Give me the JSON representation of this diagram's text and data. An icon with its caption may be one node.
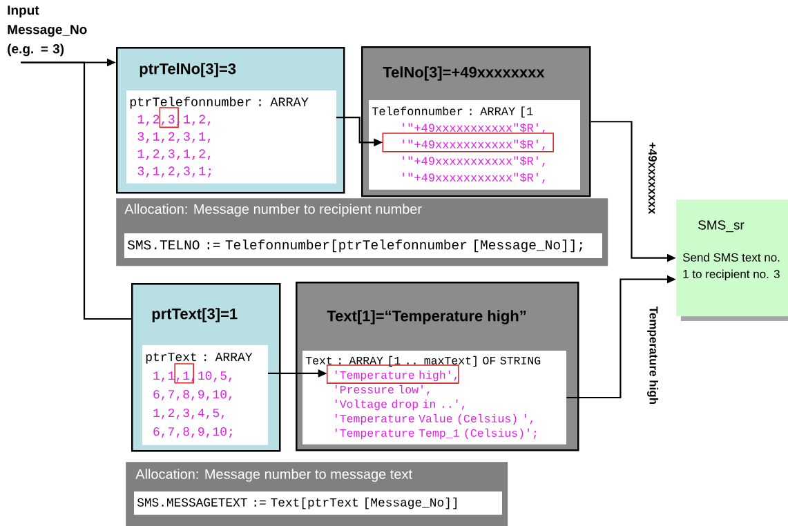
{
  "diagram": {
    "nodes": [
      {
        "text": [
          "Input Message_No (e.g. = 3)"
        ]
      },
      {
        "text": [
          "ptrTelNo[3]=3"
        ]
      },
      {
        "text": [
          "ptrTelefonnumber : ARRAY",
          "1,2,3,1,2,",
          "3,1,2,3,1,",
          "1,2,3,1,2,",
          "3,1,2,3,1;"
        ],
        "in": 1
      },
      {
        "text": [
          "TelNo[3]=+49xxxxxxxx"
        ]
      },
      {
        "text": [
          "Telefonnumber : ARRAY [1",
          "'\"+49xxxxxxxxxxx\"$R',",
          "'\"+49xxxxxxxxxxx\"$R',",
          "'\"+49xxxxxxxxxxx\"$R',",
          "'\"+49xxxxxxxxxxx\"$R',"
        ],
        "in": 3
      },
      {
        "text": [
          "Allocation: Message number to recipient number"
        ]
      },
      {
        "text": [
          "SMS.TELNO := Telefonnumber[ptrTelefonnumber [Message_No]];"
        ],
        "in": 5
      },
      {
        "text": [
          "prtText[3]=1"
        ]
      },
      {
        "text": [
          "ptrText : ARRAY",
          "1,1,1,10,5,",
          "6,7,8,9,10,",
          "1,2,3,4,5,",
          "6,7,8,9,10;"
        ],
        "in": 7
      },
      {
        "text": [
          "Text[1]=“Temperature high”"
        ]
      },
      {
        "text": [
          "Text : ARRAY [1 .. maxText] OF STRING",
          "'Temperature high',",
          "'Pressure low',",
          "'Voltage drop in ..',",
          "'Temperature Value (Celsius) ',",
          "'Temperature Temp_1 (Celsius)';"
        ],
        "in": 9
      },
      {
        "text": [
          "Allocation: Message number to message text"
        ]
      },
      {
        "text": [
          "SMS.MESSAGETEXT := Text[ptrText [Message_No]]"
        ],
        "in": 11
      },
      {
        "text": [
          "SMS_sr",
          "Send SMS text no. 1 to recipient no. 3"
        ]
      }
    ],
    "edges": [
      {
        "from": 0,
        "to": 1,
        "arrow": "to"
      },
      {
        "from": 0,
        "to": 7,
        "arrow": "none"
      },
      {
        "from": 2,
        "to": 4,
        "arrow": "to"
      },
      {
        "from": 8,
        "to": 10,
        "arrow": "to"
      },
      {
        "from": 3,
        "to": 13,
        "arrow": "to",
        "label": "+49xxxxxxxx"
      },
      {
        "from": 10,
        "to": 13,
        "arrow": "to",
        "label": "Temperature high"
      }
    ]
  }
}
